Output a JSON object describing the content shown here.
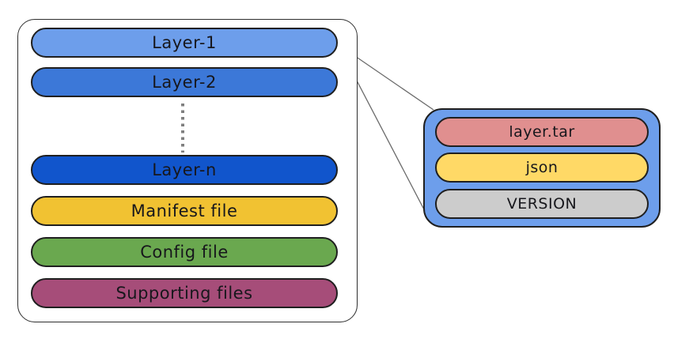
{
  "diagram": {
    "description_hint": "container image layer structure",
    "text_color": "#17171c",
    "image_stack": {
      "background": "#ffffff",
      "border_color": "#2e2e2e",
      "boxes": [
        {
          "label": "Layer-1",
          "color": "#6d9eeb"
        },
        {
          "label": "Layer-2",
          "color": "#3c78d8"
        },
        {
          "label": "Layer-n",
          "color": "#1155cc"
        },
        {
          "label": "Manifest file",
          "color": "#f1c232"
        },
        {
          "label": "Config file",
          "color": "#6aa84f"
        },
        {
          "label": "Supporting files",
          "color": "#a64d79"
        }
      ],
      "ellipsis_between": "Layer-2 and Layer-n",
      "ellipsis_color": "#7f7f7f"
    },
    "layer_contents": {
      "container_color": "#6d9eeb",
      "border_color": "#1f1f1f",
      "boxes": [
        {
          "label": "layer.tar",
          "color": "#e08f8f"
        },
        {
          "label": "json",
          "color": "#ffd966"
        },
        {
          "label": "VERSION",
          "color": "#cccccc"
        }
      ]
    },
    "connections": {
      "from": "Layer-1",
      "to": "layer_contents",
      "line_color": "#6b6b6b"
    }
  }
}
